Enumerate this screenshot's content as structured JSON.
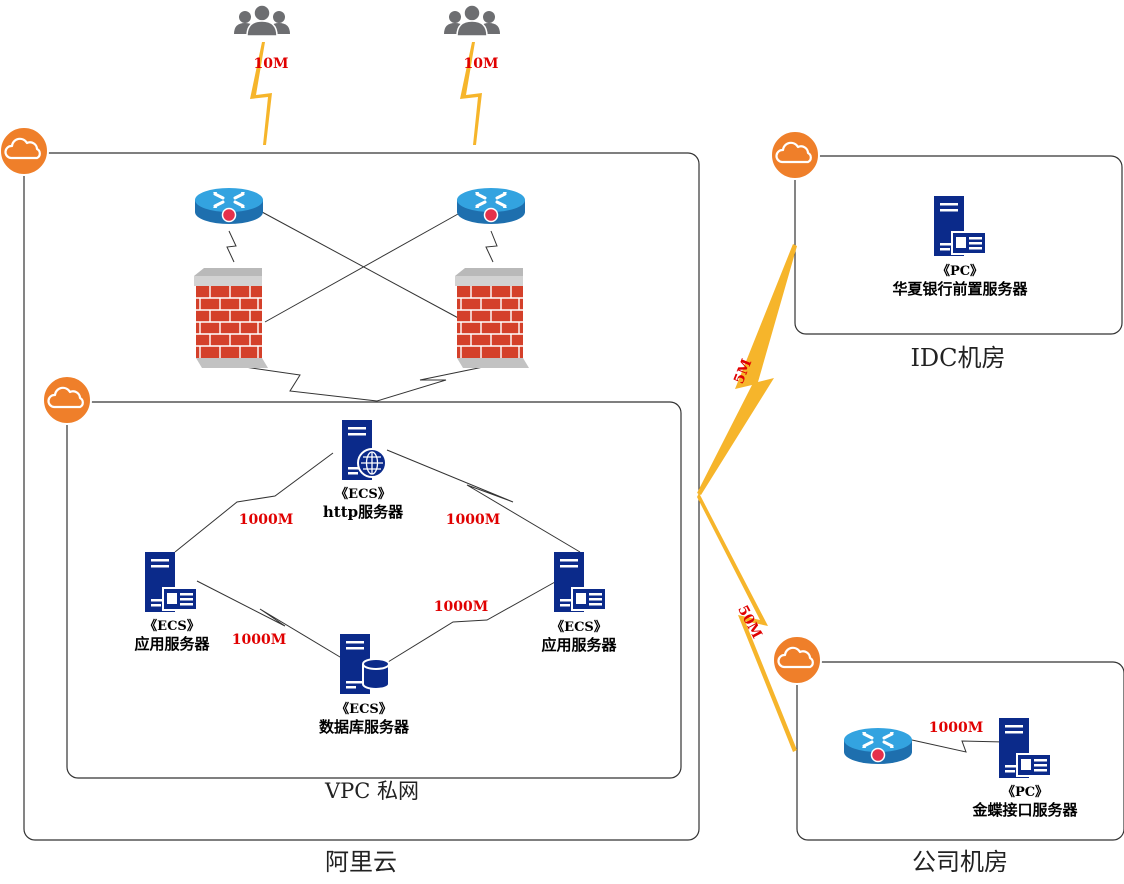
{
  "groups": {
    "aliyun": "阿里云",
    "vpc": "VPC 私网",
    "idc": "IDC机房",
    "office": "公司机房"
  },
  "bandwidth": {
    "internet_left": "10M",
    "internet_right": "10M",
    "to_idc": "5M",
    "to_office": "50M",
    "http_to_app_left": "1000M",
    "http_to_app_right": "1000M",
    "app_left_to_db": "1000M",
    "app_right_to_db": "1000M",
    "office_router_to_pc": "1000M"
  },
  "servers": {
    "http": {
      "tag": "《ECS》",
      "name": "http服务器"
    },
    "app_left": {
      "tag": "《ECS》",
      "name": "应用服务器"
    },
    "app_right": {
      "tag": "《ECS》",
      "name": "应用服务器"
    },
    "db": {
      "tag": "《ECS》",
      "name": "数据库服务器"
    },
    "idc_pc": {
      "tag": "《PC》",
      "name": "华夏银行前置服务器"
    },
    "office_pc": {
      "tag": "《PC》",
      "name": "金蝶接口服务器"
    }
  },
  "colors": {
    "cloud_orange": "#ef7f2a",
    "server_blue": "#0b2a8a",
    "bandwidth_red": "#e00000",
    "bolt_yellow": "#f6b52b",
    "router_blue": "#2a8fd0",
    "brick_red": "#d4402a"
  }
}
